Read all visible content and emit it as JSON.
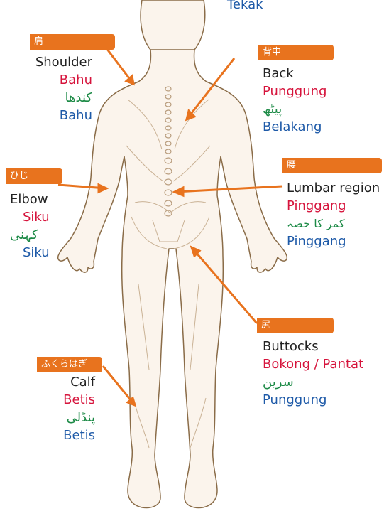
{
  "colors": {
    "tag_orange": "#e8731e",
    "english": "#222222",
    "malay": "#d6143c",
    "urdu": "#1c8a46",
    "indonesian": "#1e5aa8",
    "body_outline": "#8a6c48",
    "body_fill": "#fbf4ec"
  },
  "top_fragment": {
    "id": "Tekak"
  },
  "labels": {
    "shoulder": {
      "jp": "肩",
      "en": "Shoulder",
      "ms": "Bahu",
      "ur": "کندھا",
      "id": "Bahu"
    },
    "back": {
      "jp": "背中",
      "en": "Back",
      "ms": "Punggung",
      "ur": "پیٹھ",
      "id": "Belakang"
    },
    "elbow": {
      "jp": "ひじ",
      "en": "Elbow",
      "ms": "Siku",
      "ur": "کہنی",
      "id": "Siku"
    },
    "lumbar": {
      "jp": "腰",
      "en": "Lumbar region",
      "ms": "Pinggang",
      "ur": "کمر کا حصہ",
      "id": "Pinggang"
    },
    "buttocks": {
      "jp": "尻",
      "en": "Buttocks",
      "ms": "Bokong / Pantat",
      "ur": "سرین",
      "id": "Punggung"
    },
    "calf": {
      "jp": "ふくらはぎ",
      "en": "Calf",
      "ms": "Betis",
      "ur": "پنڈلی",
      "id": "Betis"
    }
  }
}
